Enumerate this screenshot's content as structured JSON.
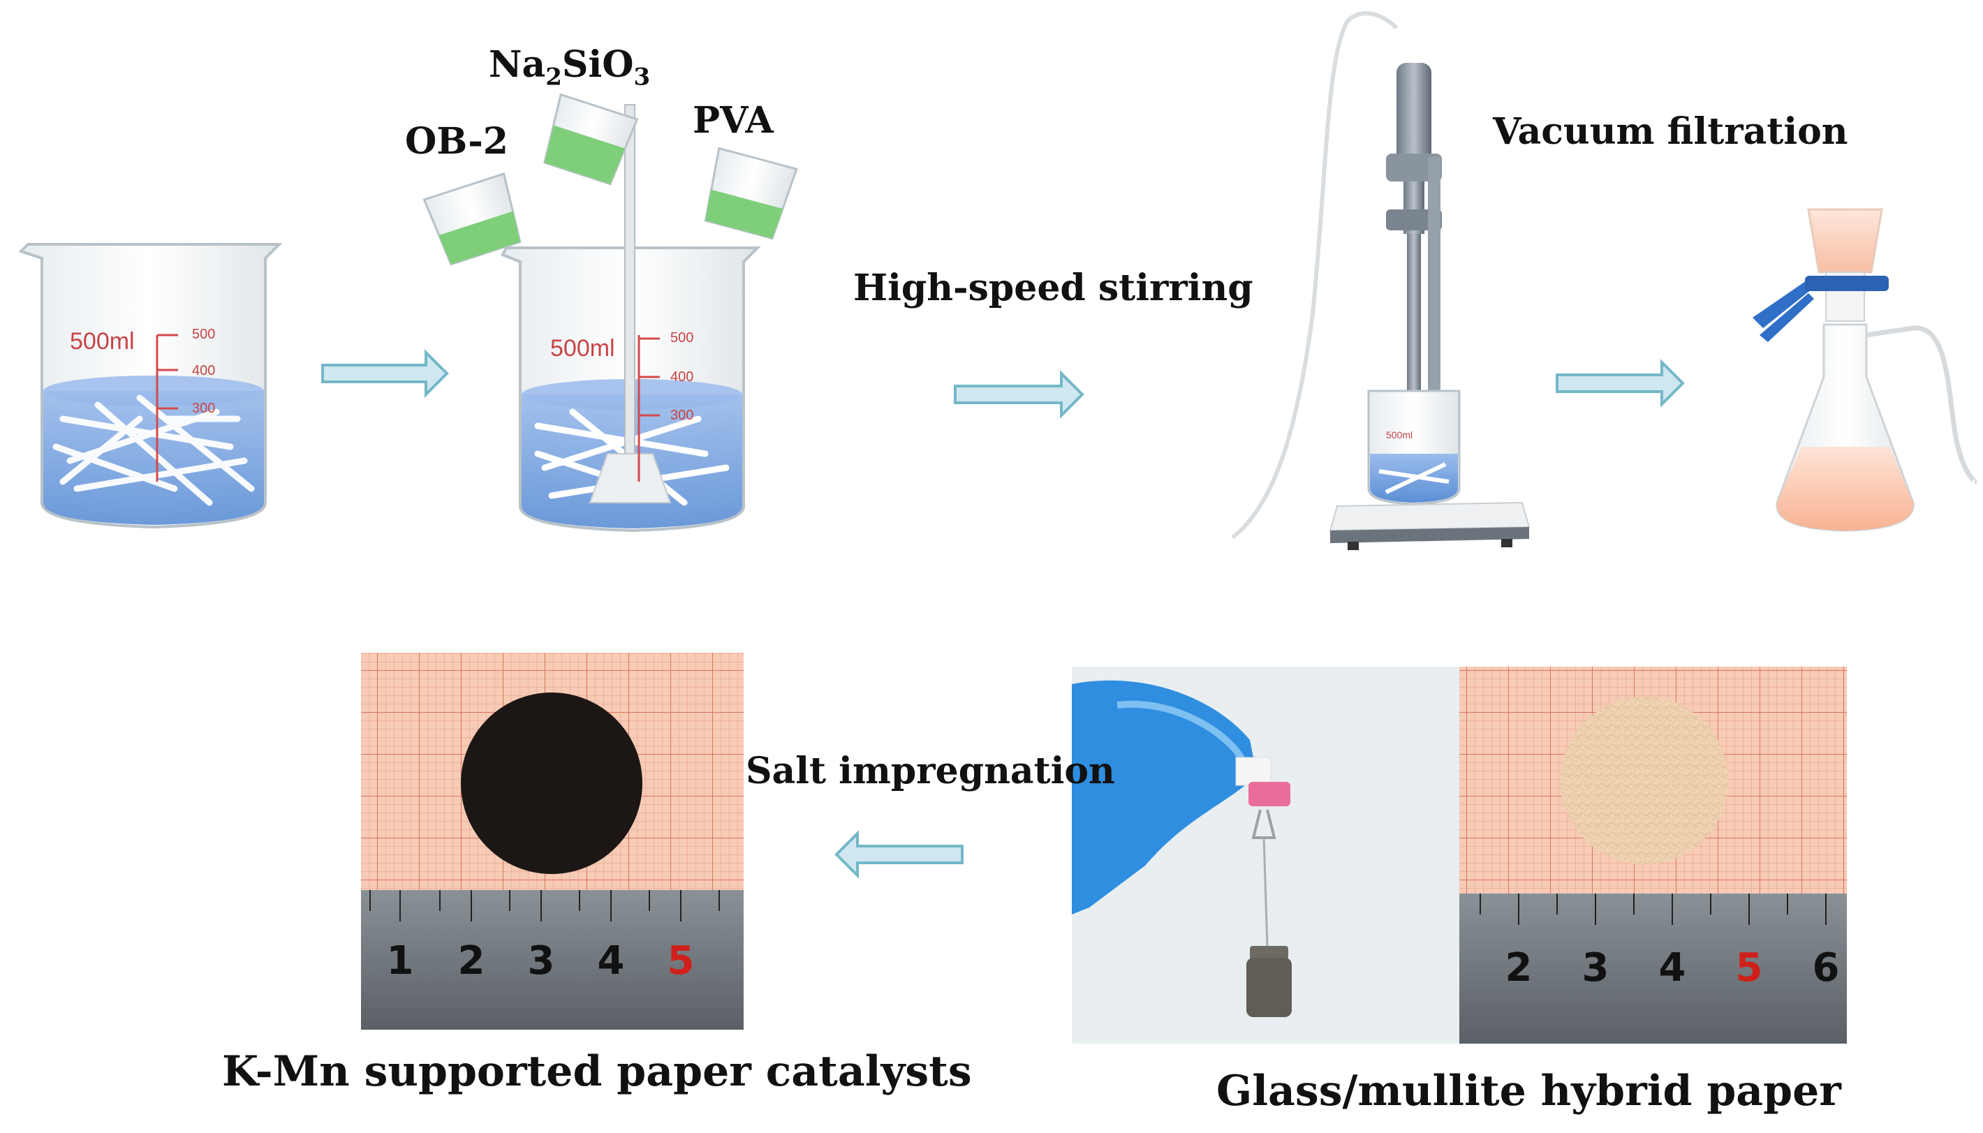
{
  "labels": {
    "na2sio3_main": "Na",
    "na2sio3_sub1": "2",
    "na2sio3_mid": "SiO",
    "na2sio3_sub2": "3",
    "ob2": "OB-2",
    "pva": "PVA",
    "stirring": "High-speed stirring",
    "vacuum": "Vacuum filtration",
    "salt": "Salt impregnation",
    "catalyst": "K-Mn supported paper catalysts",
    "hybrid": "Glass/mullite hybrid paper"
  },
  "beaker": {
    "label": "500ml",
    "ticks": [
      "500",
      "400",
      "300"
    ]
  },
  "small_beaker": {
    "label": "500ml"
  },
  "ruler_left": [
    "1",
    "2",
    "3",
    "4",
    "5"
  ],
  "ruler_right": [
    "2",
    "3",
    "4",
    "5",
    "6"
  ],
  "colors": {
    "arrow_fill": "#cfe7f0",
    "arrow_stroke": "#74b7c8",
    "water": "#7ea8df",
    "green_liquid": "#7fcf7a",
    "grid_bg": "#f7cbb5",
    "catalyst_disk": "#1c1714",
    "hybrid_disk": "#efd3b2",
    "glove": "#2f8ee0",
    "highlight_digit": "#d0201b"
  }
}
